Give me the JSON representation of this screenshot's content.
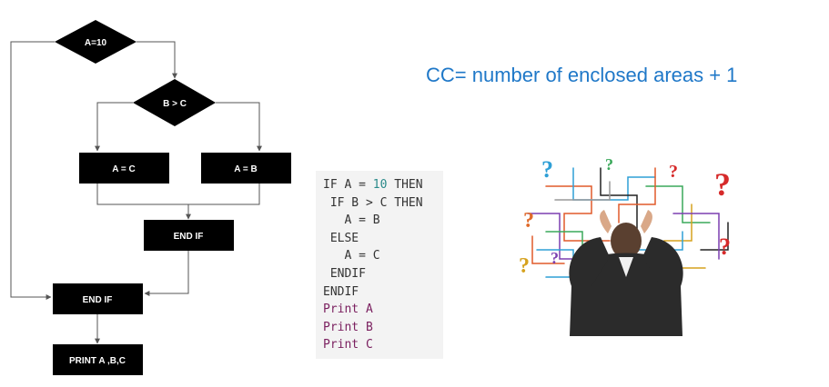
{
  "flowchart": {
    "decision_a": "A=10",
    "decision_b": "B > C",
    "box_a_eq_c": "A = C",
    "box_a_eq_b": "A = B",
    "end_if_inner": "END IF",
    "end_if_outer": "END IF",
    "print_box": "PRINT A ,B,C"
  },
  "code": {
    "lines": [
      "IF A = 10 THEN",
      " IF B > C THEN",
      "   A = B",
      " ELSE",
      "   A = C",
      " ENDIF",
      "ENDIF",
      "Print A",
      "Print B",
      "Print C"
    ]
  },
  "formula": "CC= number of enclosed areas + 1",
  "colors": {
    "formula": "#1f78c8",
    "code_print_keyword": "#7a1f5f",
    "code_number": "#2a8a8a",
    "node_fill": "#000000",
    "code_background": "#f3f3f3"
  },
  "illustration": {
    "icon": "confused-businessman-with-tangled-arrows-and-question-marks"
  }
}
